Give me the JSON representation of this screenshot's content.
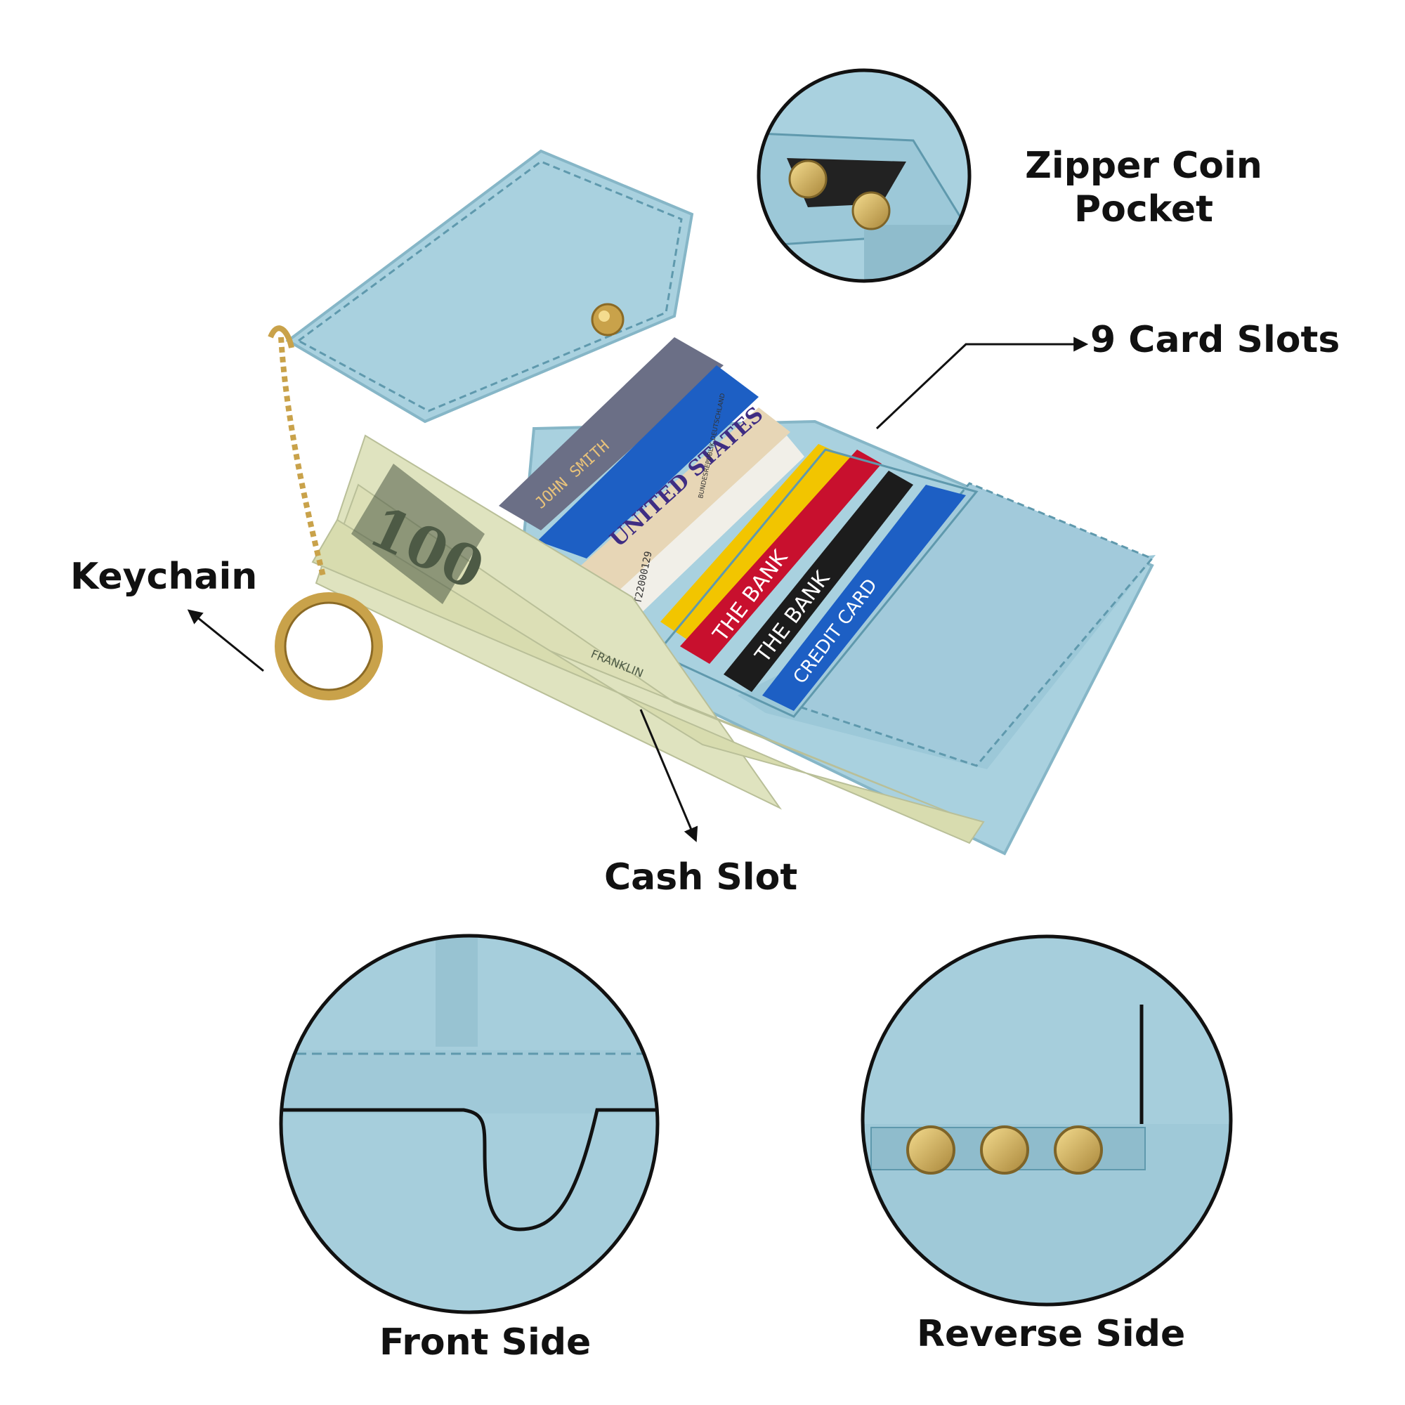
{
  "labels": {
    "zipper_coin_pocket": "Zipper Coin\nPocket",
    "card_slots": "9 Card Slots",
    "keychain": "Keychain",
    "cash_slot": "Cash Slot",
    "front_side": "Front Side",
    "reverse_side": "Reverse Side"
  },
  "card_texts": {
    "name": "JOHN SMITH",
    "passport": "UNITED STATES",
    "id_number": "T22000129",
    "id_country": "BUNDESREPUBLIK DEUTSCHLAND",
    "bank_1": "THE BANK",
    "bank_2": "THE BANK",
    "credit": "CREDIT CARD",
    "banknote": "100",
    "banknote_name": "FRANKLIN"
  },
  "colors": {
    "leather": "#a9d1df",
    "leather_dark": "#86b6c7",
    "stitch": "#5f99ad",
    "gold": "#c9a24a",
    "money": "#dfe3bf",
    "money_ink": "#4d5a45",
    "card_blue": "#1d5fc4",
    "card_red": "#c8102e",
    "card_black": "#1c1c1c",
    "card_yellow": "#f2c500"
  },
  "icons": {
    "coin": "coin-icon",
    "snap": "snap-button-icon",
    "ring": "key-ring-icon",
    "arrow": "arrow-icon"
  }
}
